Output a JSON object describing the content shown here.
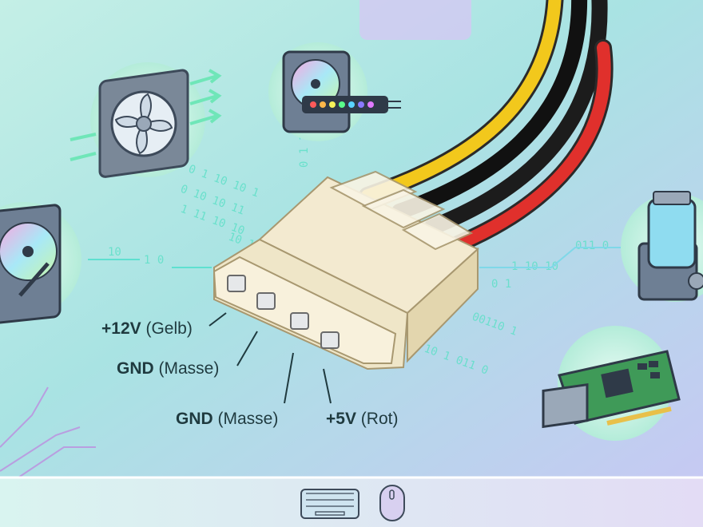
{
  "diagram": {
    "pin_labels": [
      {
        "bold": "+12V",
        "rest": " (Gelb)",
        "wire_color": "#f2c81c"
      },
      {
        "bold": "GND",
        "rest": " (Masse)",
        "wire_color": "#1c1c1c"
      },
      {
        "bold": "GND",
        "rest": " (Masse)",
        "wire_color": "#1c1c1c"
      },
      {
        "bold": "+5V",
        "rest": " (Rot)",
        "wire_color": "#e0302c"
      }
    ],
    "binary_snippets": [
      "0 1 10 10 1",
      "0 10 10 11",
      "1 11 10 10",
      "10 1",
      "10",
      "1 0",
      "011 0",
      "1 10 10",
      "0 1",
      "00110 1",
      "10 1 011 0",
      "0 1 1"
    ],
    "devices": [
      "fan-icon",
      "hard-drive-icon",
      "hard-drive-icon",
      "water-pump-icon",
      "pci-card-icon"
    ]
  },
  "taskbar": {
    "icons": [
      "keyboard-icon",
      "mouse-icon"
    ]
  }
}
